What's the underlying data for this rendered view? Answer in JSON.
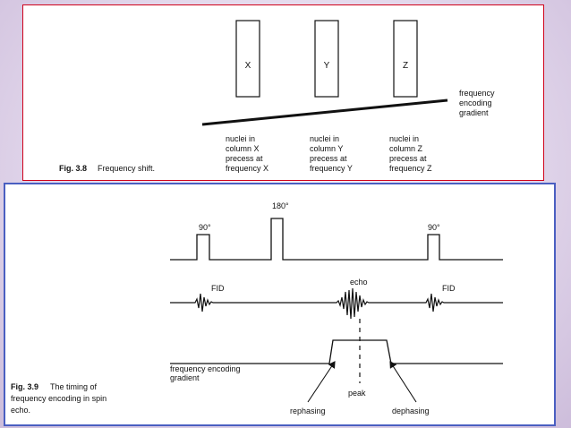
{
  "fig38": {
    "columns": [
      {
        "letter": "X",
        "caption": [
          "nuclei in",
          "column X",
          "precess at",
          "frequency X"
        ]
      },
      {
        "letter": "Y",
        "caption": [
          "nuclei in",
          "column Y",
          "precess at",
          "frequency Y"
        ]
      },
      {
        "letter": "Z",
        "caption": [
          "nuclei in",
          "column Z",
          "precess at",
          "frequency Z"
        ]
      }
    ],
    "gradient_label": [
      "frequency",
      "encoding",
      "gradient"
    ],
    "caption_num": "Fig. 3.8",
    "caption_text": "Frequency shift."
  },
  "fig39": {
    "pulse_90_left": "90°",
    "pulse_180": "180°",
    "pulse_90_right": "90°",
    "fid_left": "FID",
    "echo": "echo",
    "fid_right": "FID",
    "gradient_label": [
      "frequency encoding",
      "gradient"
    ],
    "peak": "peak",
    "rephasing": "rephasing",
    "dephasing": "dephasing",
    "caption_num": "Fig. 3.9",
    "caption_lines": [
      "The timing of",
      "frequency encoding in spin",
      "echo."
    ]
  }
}
